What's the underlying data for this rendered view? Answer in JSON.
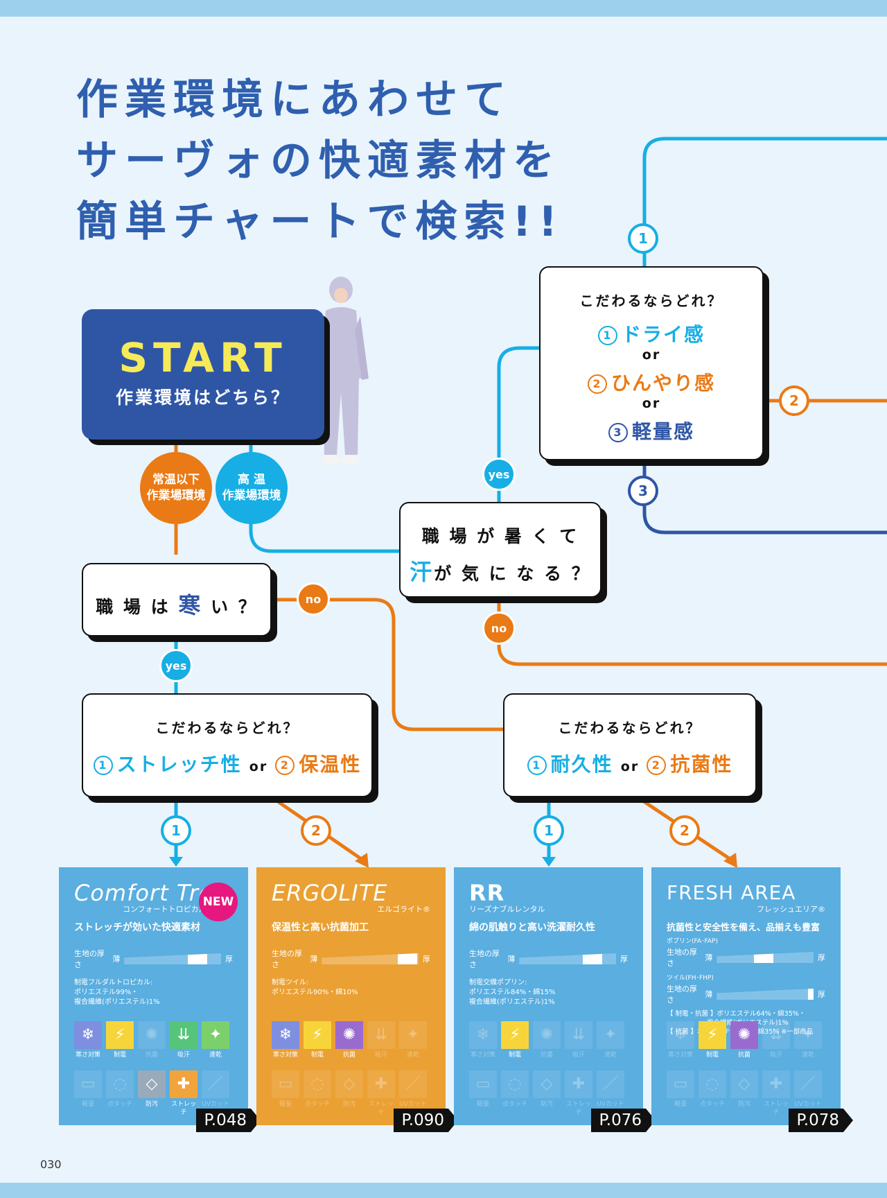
{
  "title": [
    "作業環境にあわせて",
    "サーヴォの快適素材を",
    "簡単チャートで検索!!"
  ],
  "start": {
    "label": "START",
    "question": "作業環境はどちら？"
  },
  "env": {
    "normal": "常温以下\n作業場環境",
    "high": "高 温\n作業場環境"
  },
  "q_cold": {
    "pre": "職 場 は ",
    "em": "寒",
    "post": " い ？"
  },
  "q_hot": {
    "line1": "職 場 が 暑 く て",
    "em": "汗",
    "post": "が 気 に な る ？"
  },
  "labels": {
    "yes": "yes",
    "no": "no",
    "or": "or",
    "n1": "1",
    "n2": "2",
    "n3": "3"
  },
  "pref_cool": {
    "q": "こだわるならどれ？",
    "o1": "ドライ感",
    "o2": "ひんやり感",
    "o3": "軽量感"
  },
  "pref_cold": {
    "q": "こだわるならどれ？",
    "o1": "ストレッチ性",
    "o2": "保温性"
  },
  "pref_normal": {
    "q": "こだわるならどれ？",
    "o1": "耐久性",
    "o2": "抗菌性"
  },
  "colors": {
    "blue": "#16aee5",
    "orange": "#ea7a15",
    "navy": "#2f56a5",
    "card_blue": "#5aaee0",
    "card_orange": "#eaa033"
  },
  "cards": [
    {
      "brand": "Comfort Tro",
      "kana": "コンフォートトロピカル",
      "badge": "NEW",
      "tag": "ストレッチが効いた快適素材",
      "thick_label": "生地の厚さ",
      "thin": "薄",
      "thick": "厚",
      "fabric": "制電フルダルトロピカル:",
      "comp1": "ポリエステル99%・",
      "comp2": "複合繊維(ポリエステル)1%",
      "page": "P.048"
    },
    {
      "brand": "ERGOLITE",
      "kana": "エルゴライト®",
      "tag": "保温性と高い抗菌加工",
      "thick_label": "生地の厚さ",
      "thin": "薄",
      "thick": "厚",
      "fabric": "制電ツイル:",
      "comp1": "ポリエステル90%・綿10%",
      "comp2": "",
      "page": "P.090"
    },
    {
      "brand": "RR",
      "kana": "リーズナブルレンタル",
      "tag": "綿の肌触りと高い洗濯耐久性",
      "thick_label": "生地の厚さ",
      "thin": "薄",
      "thick": "厚",
      "fabric": "制電交織ポプリン:",
      "comp1": "ポリエステル84%・綿15%",
      "comp2": "複合繊維(ポリエステル)1%",
      "page": "P.076"
    },
    {
      "brand": "FRESH AREA",
      "kana": "フレッシュエリア®",
      "tag": "抗菌性と安全性を備え、品揃えも豊富",
      "sub1": "ポプリン(FA･FAP)",
      "thick_label": "生地の厚さ",
      "thin": "薄",
      "thick": "厚",
      "sub2": "ツイル(FH･FHP)",
      "fabric": "【 制電・抗菌 】ポリエステル64%・綿35%・",
      "comp1": "複合繊維(ポリエステル)1%",
      "comp2": "【 抗菌 】ポリエステル65%・綿35% ※一部商品",
      "page": "P.078"
    }
  ],
  "icon_labels": [
    "寒さ対策",
    "制電",
    "抗菌",
    "吸汗",
    "速乾",
    "軽量",
    "点タッチ",
    "防汚",
    "ストレッチ",
    "UVカット"
  ],
  "folio": "030"
}
